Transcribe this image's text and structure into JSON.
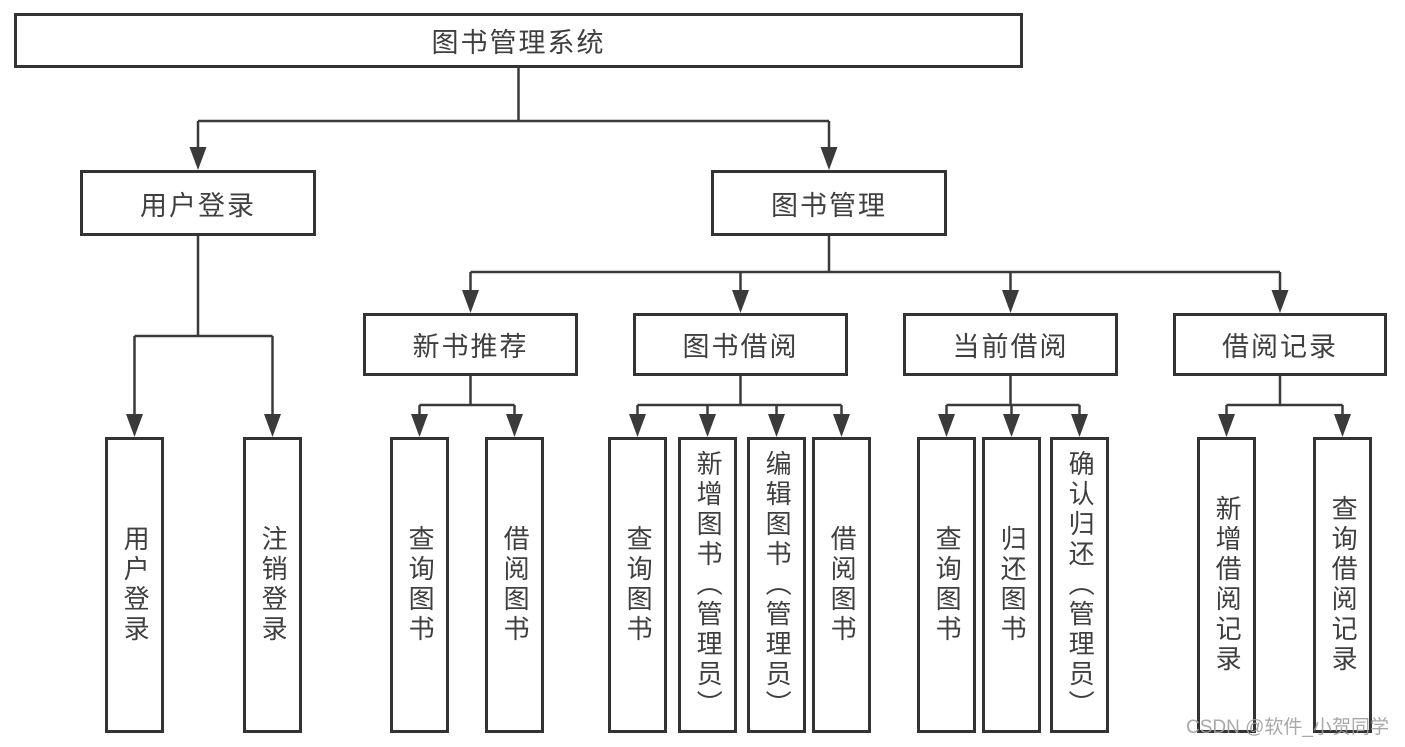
{
  "nodes": {
    "root": "图书管理系统",
    "level2": [
      "用户登录",
      "图书管理"
    ],
    "level3": [
      "新书推荐",
      "图书借阅",
      "当前借阅",
      "借阅记录"
    ],
    "leaves_user": [
      "用户登录",
      "注销登录"
    ],
    "leaves_new_books": [
      "查询图书",
      "借阅图书"
    ],
    "leaves_borrow": [
      "查询图书",
      "新增图书（管理员）",
      "编辑图书（管理员）",
      "借阅图书"
    ],
    "leaves_current": [
      "查询图书",
      "归还图书",
      "确认归还（管理员）"
    ],
    "leaves_records": [
      "新增借阅记录",
      "查询借阅记录"
    ]
  },
  "watermark": "CSDN @软件_小贺同学",
  "colors": {
    "line": "#3a3a3a",
    "box_border": "#333333",
    "text": "#3f3f3f",
    "watermark": "#9e9e9e"
  }
}
